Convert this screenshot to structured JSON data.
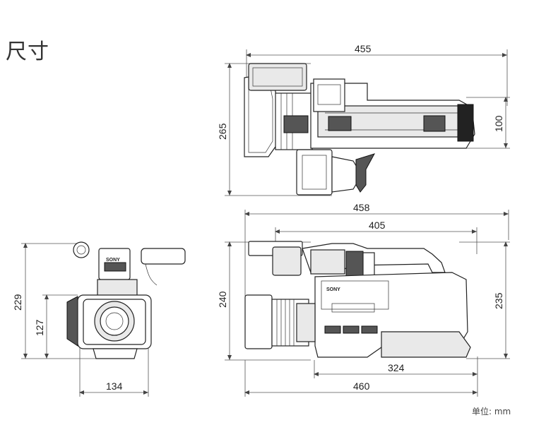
{
  "page": {
    "title": "尺寸",
    "unit_note": "单位: mm"
  },
  "dimensions": {
    "top_view_length": "455",
    "top_view_height": "265",
    "top_view_width": "100",
    "front_view_height": "229",
    "front_view_lens_height": "127",
    "front_view_width": "134",
    "side_view_length_top": "458",
    "side_view_handle_length": "405",
    "side_view_height": "240",
    "side_view_height_rear": "235",
    "side_view_base_length": "324",
    "side_view_length_bottom": "460"
  },
  "brand": {
    "label": "SONY"
  }
}
